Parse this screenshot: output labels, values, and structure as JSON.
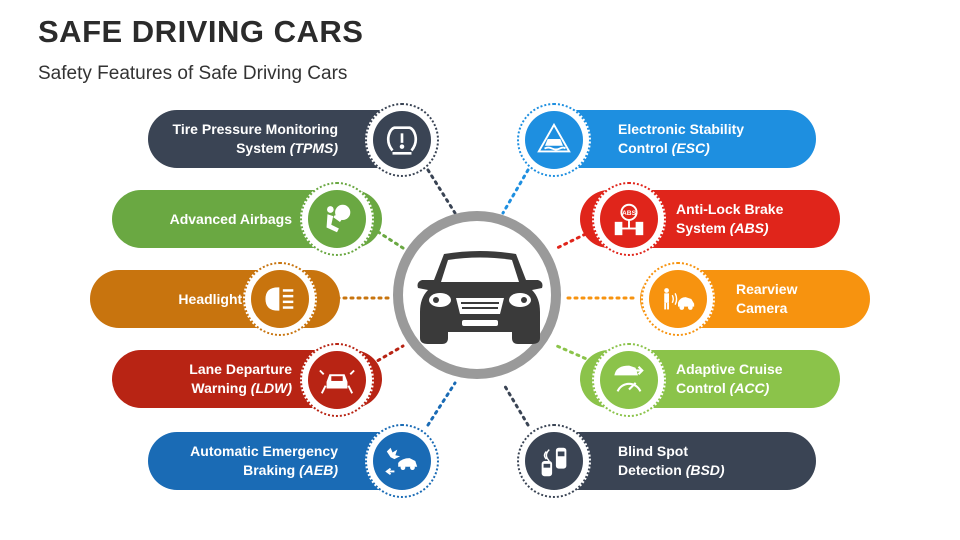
{
  "title": "SAFE DRIVING CARS",
  "subtitle": "Safety Features of Safe Driving Cars",
  "features_left": [
    {
      "line1": "Tire Pressure Monitoring",
      "line2": "System ",
      "abbr": "(TPMS)",
      "icon": "tire-pressure-icon",
      "color": "#3a4454"
    },
    {
      "line1": "Advanced Airbags",
      "line2": "",
      "abbr": "",
      "icon": "airbag-icon",
      "color": "#6aa842"
    },
    {
      "line1": "Headlights",
      "line2": "",
      "abbr": "",
      "icon": "headlight-icon",
      "color": "#c8740e"
    },
    {
      "line1": "Lane Departure",
      "line2": "Warning ",
      "abbr": "(LDW)",
      "icon": "lane-departure-icon",
      "color": "#b82414"
    },
    {
      "line1": "Automatic Emergency",
      "line2": "Braking ",
      "abbr": "(AEB)",
      "icon": "emergency-braking-icon",
      "color": "#1a6bb5"
    }
  ],
  "features_right": [
    {
      "line1": "Electronic Stability",
      "line2": "Control ",
      "abbr": "(ESC)",
      "icon": "stability-control-icon",
      "color": "#1e8fe0"
    },
    {
      "line1": "Anti-Lock Brake",
      "line2": "System ",
      "abbr": "(ABS)",
      "icon": "abs-icon",
      "color": "#e0251b"
    },
    {
      "line1": "Rearview",
      "line2": "Camera",
      "abbr": "",
      "icon": "rearview-camera-icon",
      "color": "#f7930f"
    },
    {
      "line1": "Adaptive Cruise",
      "line2": "Control ",
      "abbr": "(ACC)",
      "icon": "cruise-control-icon",
      "color": "#8bc34a"
    },
    {
      "line1": "Blind Spot",
      "line2": "Detection ",
      "abbr": "(BSD)",
      "icon": "blind-spot-icon",
      "color": "#3a4454"
    }
  ],
  "hub": {
    "icon": "car-front-icon",
    "ring_color": "#9a9a9a",
    "car_color": "#3a3a3a"
  }
}
